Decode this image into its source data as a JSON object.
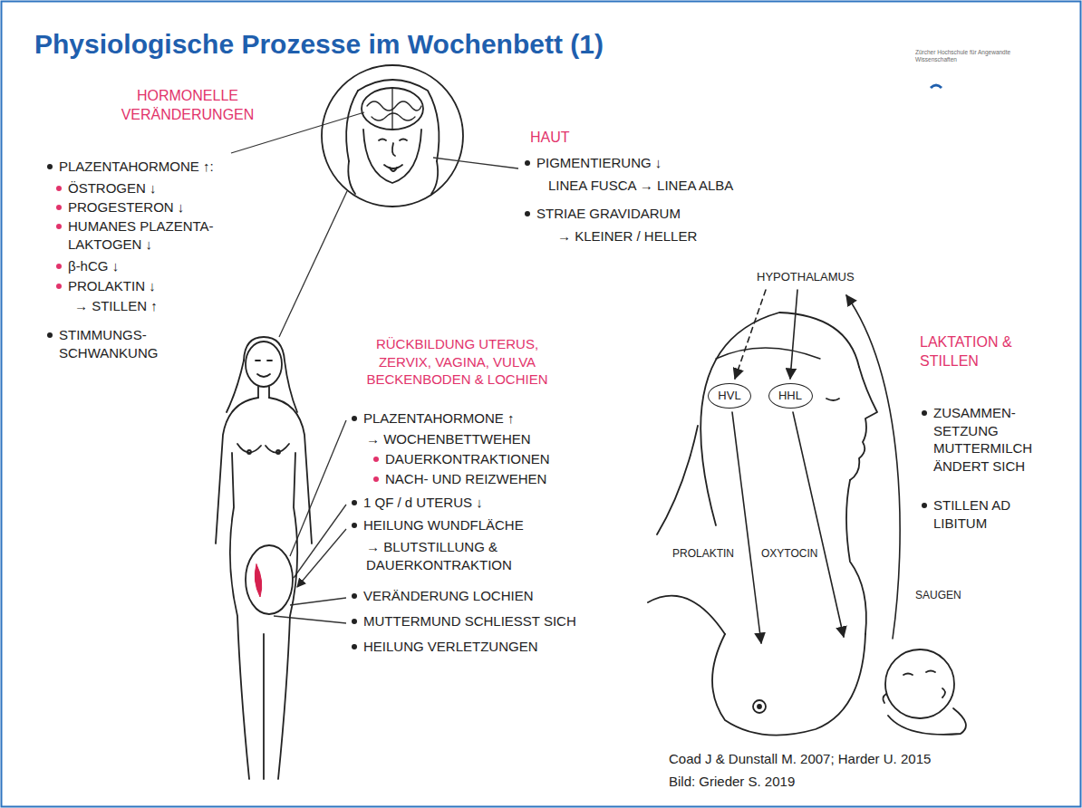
{
  "diagram": {
    "title": "Physiologische Prozesse im Wochenbett (1)",
    "nodes": [
      {
        "text": [
          "HVL"
        ]
      },
      {
        "text": [
          "HHL"
        ]
      }
    ],
    "labels": [
      "Zürcher Hochschule für Angewandte Wissenschaften",
      "HORMONELLE VERÄNDERUNGEN",
      "PLAZENTAHORMONE ↑:",
      "ÖSTROGEN ↓",
      "PROGESTERON ↓",
      "HUMANES PLAZENTA- LAKTOGEN ↓",
      "β-hCG ↓",
      "PROLAKTIN ↓",
      "→ STILLEN ↑",
      "STIMMUNGS- SCHWANKUNG",
      "HAUT",
      "PIGMENTIERUNG ↓",
      "LINEA FUSCA → LINEA ALBA",
      "STRIAE GRAVIDARUM",
      "→ KLEINER / HELLER",
      "RÜCKBILDUNG UTERUS, ZERVIX, VAGINA, VULVA BECKENBODEN & LOCHIEN",
      "PLAZENTAHORMONE ↑",
      "→ WOCHENBETTWEHEN",
      "DAUERKONTRAKTIONEN",
      "NACH- UND REIZWEHEN",
      "1 QF / d UTERUS ↓",
      "HEILUNG WUNDFLÄCHE",
      "→ BLUTSTILLUNG & DAUERKONTRAKTION",
      "VERÄNDERUNG LOCHIEN",
      "MUTTERMUND SCHLIESST SICH",
      "HEILUNG VERLETZUNGEN",
      "HYPOTHALAMUS",
      "LAKTATION & STILLEN",
      "ZUSAMMEN- SETZUNG MUTTERMILCH ÄNDERT SICH",
      "STILLEN AD LIBITUM",
      "PROLAKTIN",
      "OXYTOCIN",
      "SAUGEN",
      "Coad J & Dunstall M. 2007; Harder U. 2015",
      "Bild: Grieder S. 2019"
    ]
  }
}
